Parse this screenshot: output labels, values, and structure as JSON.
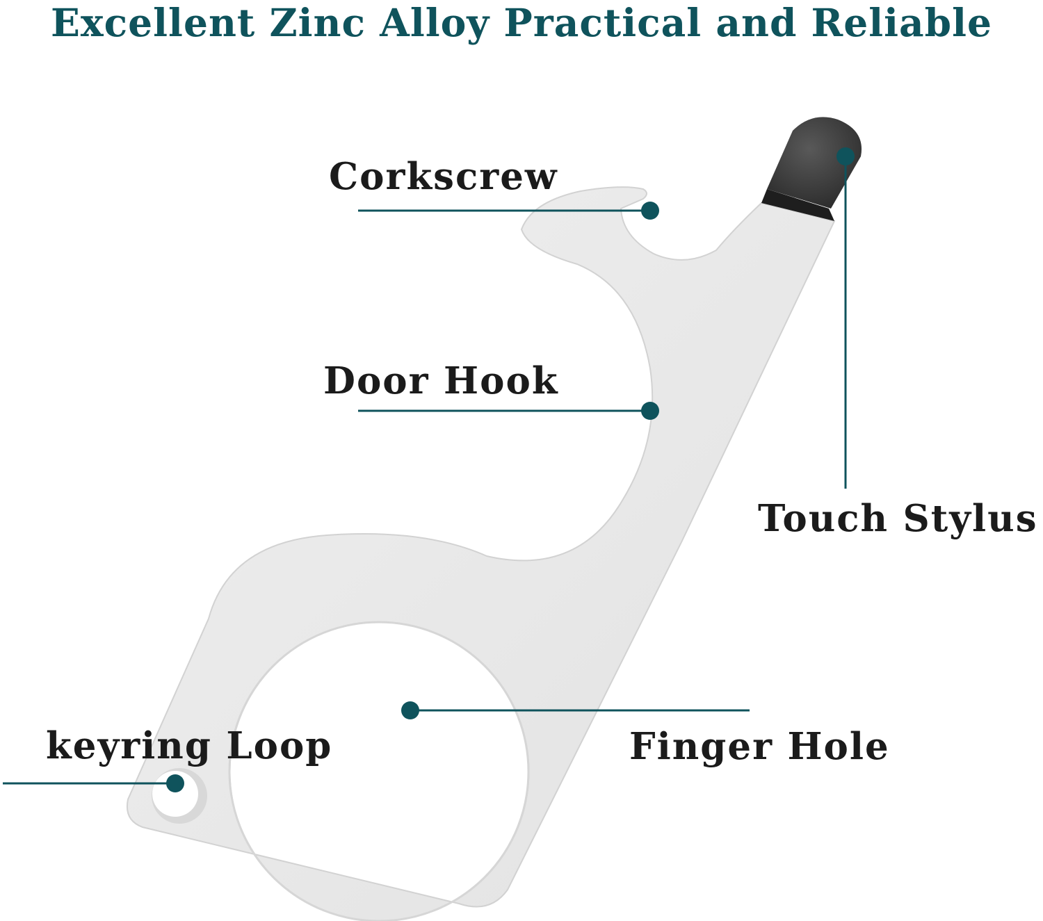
{
  "title": "Excellent Zinc Alloy Practical and Reliable",
  "colors": {
    "title": "#0f535c",
    "callout": "#0f535c",
    "label": "#1b1b1b",
    "tool_body": "#e9e9e9",
    "tool_edge": "#d4d4d4",
    "stylus_tip": "#3a3a3a"
  },
  "labels": {
    "corkscrew": "Corkscrew",
    "door_hook": "Door Hook",
    "touch_stylus": "Touch Stylus",
    "keyring_loop": "keyring Loop",
    "finger_hole": "Finger Hole"
  }
}
